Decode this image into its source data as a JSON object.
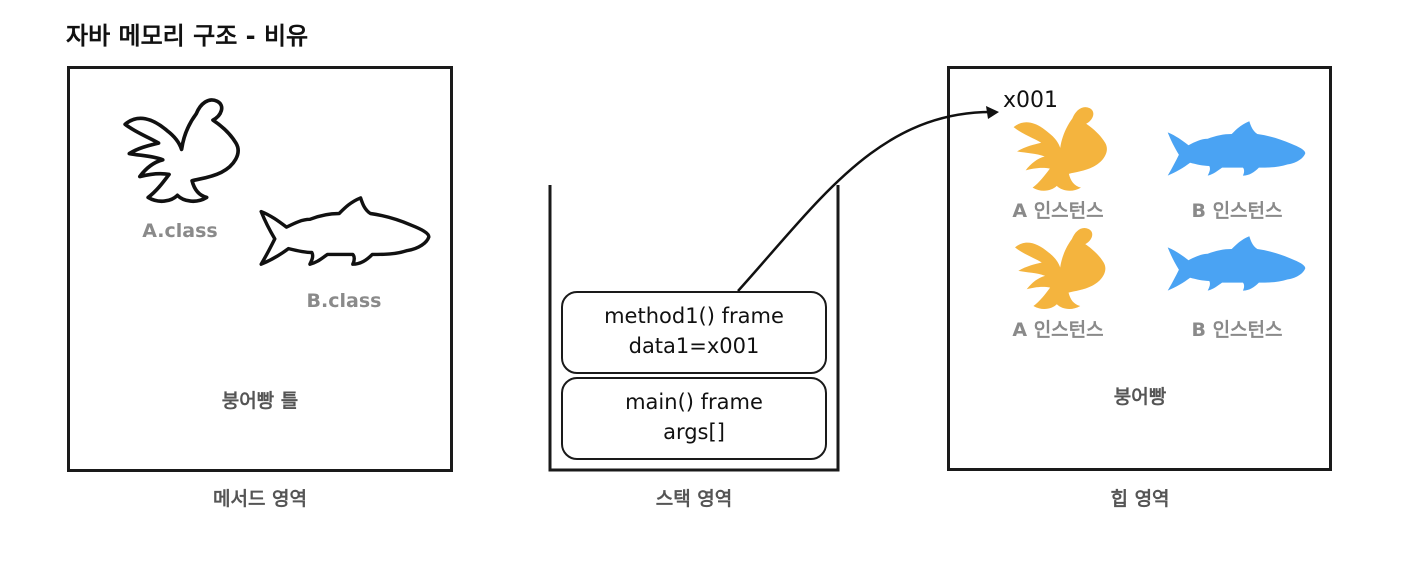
{
  "title": "자바 메모리 구조 - 비유",
  "method_area": {
    "a_class_label": "A.class",
    "b_class_label": "B.class",
    "inner_label": "붕어빵 틀",
    "caption": "메서드 영역"
  },
  "stack_area": {
    "frames": [
      {
        "line1": "method1() frame",
        "line2": "data1=x001"
      },
      {
        "line1": "main() frame",
        "line2": "args[]"
      }
    ],
    "caption": "스택 영역"
  },
  "heap_area": {
    "ref_label": "x001",
    "instances": [
      {
        "label": "A 인스턴스"
      },
      {
        "label": "B 인스턴스"
      },
      {
        "label": "A 인스턴스"
      },
      {
        "label": "B 인스턴스"
      }
    ],
    "inner_label": "붕어빵",
    "caption": "힙 영역"
  },
  "colors": {
    "a_fish": "#f4b43e",
    "b_fish": "#4aa3f3",
    "outline": "#111111"
  },
  "icons": [
    "goldfish-outline-icon",
    "trout-outline-icon",
    "goldfish-icon",
    "trout-icon"
  ]
}
